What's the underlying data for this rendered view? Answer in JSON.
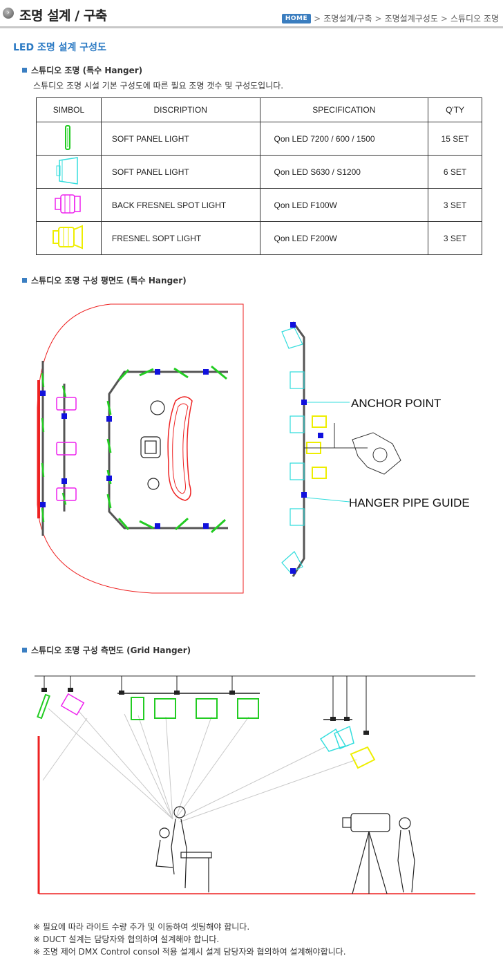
{
  "header": {
    "title": "조명 설계 / 구축",
    "breadcrumb": [
      "HOME",
      "조명설계/구축",
      "조명설계구성도",
      "스튜디오 조명"
    ]
  },
  "section_title": "LED 조명 설계 구성도",
  "subsection1": {
    "heading": "스튜디오 조명 (특수 Hanger)",
    "description": "스튜디오 조명 시설 기본 구성도에 따른 필요 조명 갯수 및 구성도입니다."
  },
  "table": {
    "headers": [
      "SIMBOL",
      "DISCRIPTION",
      "SPECIFICATION",
      "Q'TY"
    ],
    "rows": [
      {
        "symbol": "green-panel",
        "color": "#22cc22",
        "description": "SOFT PANEL LIGHT",
        "spec": "Qon LED 7200 / 600 / 1500",
        "qty": "15 SET"
      },
      {
        "symbol": "cyan-panel",
        "color": "#33dddd",
        "description": "SOFT PANEL LIGHT",
        "spec": "Qon LED S630 / S1200",
        "qty": "6 SET"
      },
      {
        "symbol": "magenta-fresnel",
        "color": "#ee22ee",
        "description": "BACK FRESNEL SPOT LIGHT",
        "spec": "Qon LED F100W",
        "qty": "3 SET"
      },
      {
        "symbol": "yellow-fresnel",
        "color": "#eeee00",
        "description": "FRESNEL SOPT LIGHT",
        "spec": "Qon LED F200W",
        "qty": "3 SET"
      }
    ]
  },
  "subsection2": {
    "heading": "스튜디오 조명 구성 평면도 (특수 Hanger)",
    "anchor_label": "ANCHOR POINT",
    "pipe_label": "HANGER PIPE GUIDE"
  },
  "subsection3": {
    "heading": "스튜디오 조명 구성 측면도 (Grid Hanger)"
  },
  "notes": [
    "※ 필요에 따라 라이트 수량 추가 및 이동하여 셋팅해야 합니다.",
    "※ DUCT 설계는 담당자와 협의하여 설계해야 합니다.",
    "※ 조명 제어 DMX Control consol 적용 설계시 설계 담당자와 협의하여 설계해야합니다."
  ],
  "colors": {
    "accent": "#2a79c3",
    "wall": "#ee2222",
    "anchor": "#1111dd",
    "panel": "#22cc22",
    "cyan": "#33dddd",
    "magenta": "#ee22ee",
    "yellow": "#eeee00"
  }
}
